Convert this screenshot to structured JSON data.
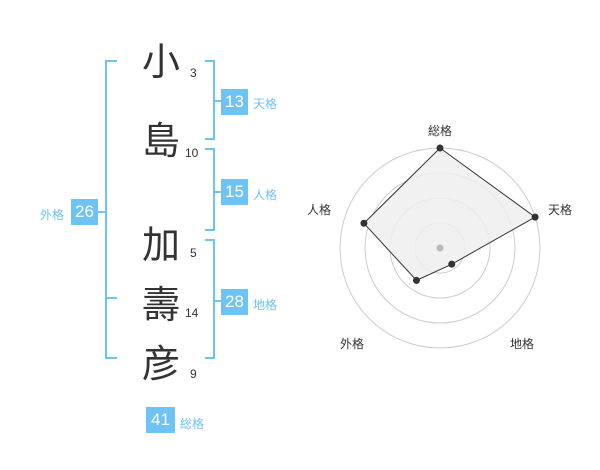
{
  "name_chars": [
    {
      "char": "小",
      "strokes": "3"
    },
    {
      "char": "島",
      "strokes": "10"
    },
    {
      "char": "加",
      "strokes": "5"
    },
    {
      "char": "壽",
      "strokes": "14"
    },
    {
      "char": "彦",
      "strokes": "9"
    }
  ],
  "fortunes": {
    "tenkaku": {
      "value": "13",
      "label": "天格"
    },
    "jinkaku": {
      "value": "15",
      "label": "人格"
    },
    "chikaku": {
      "value": "28",
      "label": "地格"
    },
    "gaikaku": {
      "value": "26",
      "label": "外格"
    },
    "soukaku": {
      "value": "41",
      "label": "総格"
    }
  },
  "chart_data": {
    "type": "radar",
    "axes": [
      "総格",
      "天格",
      "地格",
      "外格",
      "人格"
    ],
    "values": [
      5,
      5,
      1,
      2,
      4
    ],
    "max": 5,
    "rings": 4,
    "colors": {
      "fill": "#eeeeee",
      "stroke": "#333333",
      "grid": "#cccccc",
      "center": "#bbbbbb"
    }
  },
  "colors": {
    "accent": "#6ec3f2",
    "text": "#333333"
  }
}
